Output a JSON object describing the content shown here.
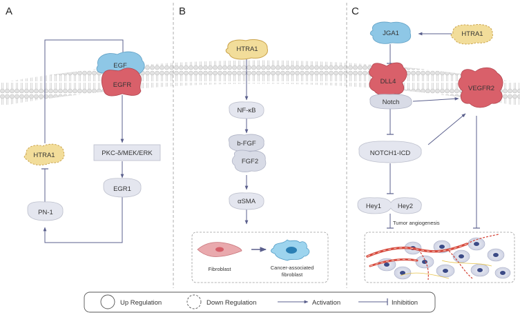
{
  "panels": {
    "a": {
      "letter": "A",
      "egf": "EGF",
      "egfr": "EGFR",
      "htra1": "HTRA1",
      "pkc": "PKC-δ/MEK/ERK",
      "pn1": "PN-1",
      "egr1": "EGR1"
    },
    "b": {
      "letter": "B",
      "htra1": "HTRA1",
      "nfkb": "NF-κB",
      "bfgf": "b-FGF",
      "fgf2": "FGF2",
      "asma": "αSMA",
      "fibroblast": "Fibroblast",
      "caf_line1": "Cancer-associated",
      "caf_line2": "fibroblast"
    },
    "c": {
      "letter": "C",
      "jga1": "JGA1",
      "htra1": "HTRA1",
      "dll4": "DLL4",
      "notch": "Notch",
      "vegfr2": "VEGFR2",
      "notch1icd": "NOTCH1-ICD",
      "hey1": "Hey1",
      "hey2": "Hey2",
      "tumor": "Tumor angiogenesis"
    }
  },
  "legend": {
    "up": "Up Regulation",
    "down": "Down Regulation",
    "activation": "Activation",
    "inhibition": "Inhibition"
  },
  "colors": {
    "upregulated_fill": "#f2dd9a",
    "blue_protein": "#8ec7e6",
    "red_protein": "#d9606a",
    "grey_protein": "#d8dbe6",
    "arrow": "#5a5f8c",
    "membrane_head": "#dedede"
  }
}
